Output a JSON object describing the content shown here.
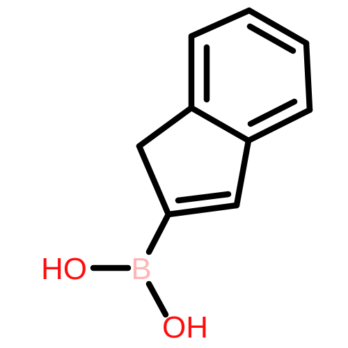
{
  "molecule": {
    "atoms": [
      {
        "id": "B1",
        "label": "B",
        "color": "#ffb5b5"
      },
      {
        "id": "O1",
        "label": "HO",
        "color": "#ff0d0d"
      },
      {
        "id": "O2",
        "label": "OH",
        "color": "#ff0d0d"
      }
    ]
  },
  "colors": {
    "bond": "#000000",
    "boron": "#ffb5b5",
    "oxygen": "#ff0d0d",
    "background": "#ffffff"
  }
}
